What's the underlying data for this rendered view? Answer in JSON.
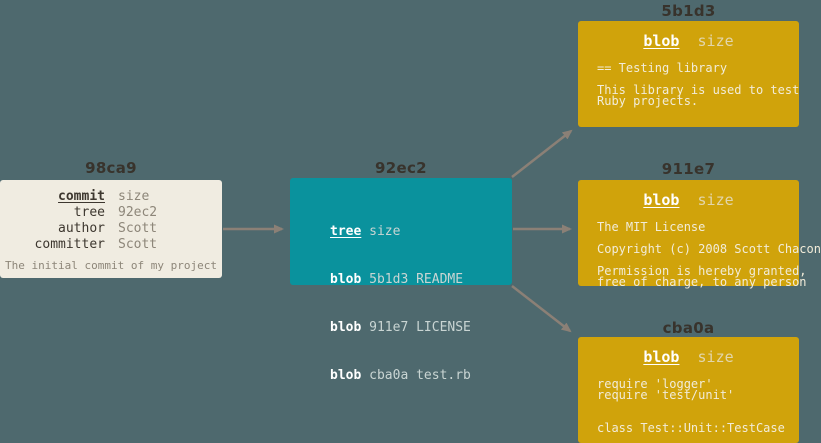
{
  "colors": {
    "background": "#4e696e",
    "commit_box": "#f0ece1",
    "tree_box": "#0a929d",
    "blob_box": "#d0a30b",
    "arrow": "#8b8076",
    "title_text": "#38332c",
    "muted_text": "#8d8679"
  },
  "commit": {
    "title": "98ca9",
    "fields": [
      {
        "label": "commit",
        "value": "size"
      },
      {
        "label": "tree",
        "value": "92ec2"
      },
      {
        "label": "author",
        "value": "Scott"
      },
      {
        "label": "committer",
        "value": "Scott"
      }
    ],
    "message": "The initial commit of my project"
  },
  "tree": {
    "title": "92ec2",
    "rows": [
      {
        "keyword": "tree",
        "rest": "size"
      },
      {
        "keyword": "blob",
        "rest": "5b1d3 README"
      },
      {
        "keyword": "blob",
        "rest": "911e7 LICENSE"
      },
      {
        "keyword": "blob",
        "rest": "cba0a test.rb"
      }
    ]
  },
  "blobs": [
    {
      "title": "5b1d3",
      "type_label": "blob",
      "size_label": "size",
      "content": "== Testing library\n\nThis library is used to test\nRuby projects."
    },
    {
      "title": "911e7",
      "type_label": "blob",
      "size_label": "size",
      "content": "The MIT License\n\nCopyright (c) 2008 Scott Chacon\n\nPermission is hereby granted,\nfree of charge, to any person"
    },
    {
      "title": "cba0a",
      "type_label": "blob",
      "size_label": "size",
      "content": "require 'logger'\nrequire 'test/unit'\n\n\nclass Test::Unit::TestCase"
    }
  ]
}
